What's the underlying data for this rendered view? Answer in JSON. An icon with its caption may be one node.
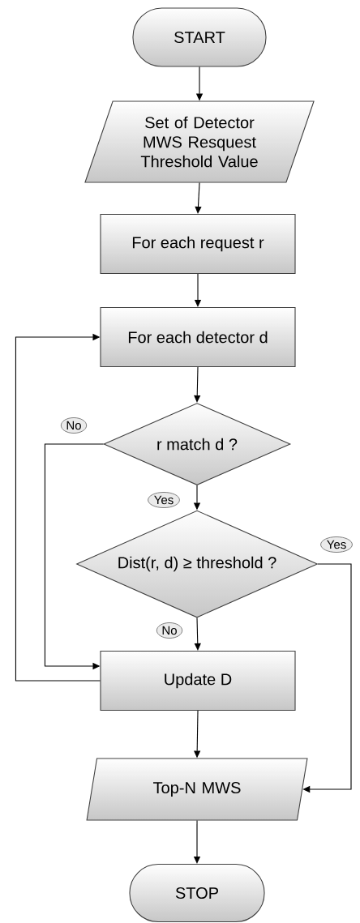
{
  "diagram": {
    "nodes": [
      {
        "text": [
          "START"
        ]
      },
      {
        "text": [
          "Set of Detector MWS Resquest Threshold Value"
        ]
      },
      {
        "text": [
          "For each request r"
        ]
      },
      {
        "text": [
          "For each detector d"
        ]
      },
      {
        "text": [
          "r match d ?"
        ]
      },
      {
        "text": [
          "Dist(r, d) ≥ threshold ?"
        ]
      },
      {
        "text": [
          "Update D"
        ]
      },
      {
        "text": [
          "Top-N MWS"
        ]
      },
      {
        "text": [
          "STOP"
        ]
      }
    ],
    "edges": [
      {
        "from": 0,
        "to": 1,
        "arrow": "to"
      },
      {
        "from": 1,
        "to": 2,
        "arrow": "to"
      },
      {
        "from": 2,
        "to": 3,
        "arrow": "to"
      },
      {
        "from": 3,
        "to": 4,
        "arrow": "to"
      },
      {
        "from": 4,
        "to": 5,
        "arrow": "to",
        "label": "Yes"
      },
      {
        "from": 4,
        "to": 6,
        "arrow": "to",
        "label": "No"
      },
      {
        "from": 5,
        "to": 6,
        "arrow": "to",
        "label": "No"
      },
      {
        "from": 5,
        "to": 7,
        "arrow": "to",
        "label": "Yes"
      },
      {
        "from": 6,
        "to": 7,
        "arrow": "to"
      },
      {
        "from": 7,
        "to": 8,
        "arrow": "to"
      },
      {
        "from": 6,
        "to": 3,
        "arrow": "to"
      }
    ]
  }
}
